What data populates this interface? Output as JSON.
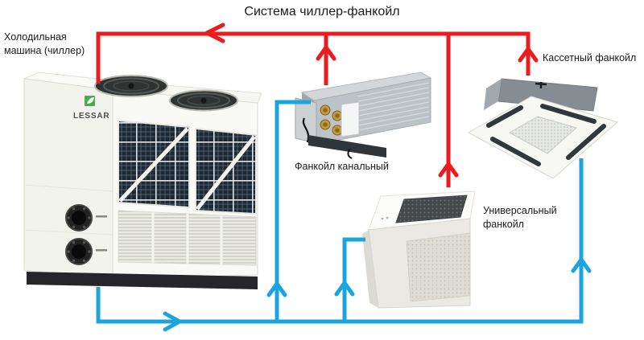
{
  "title": "Система чиллер-фанкойл",
  "labels": {
    "chiller": "Холодильная машина (чиллер)",
    "duct_fancoil": "Фанкойл канальный",
    "cassette_fancoil": "Кассетный фанкойл",
    "universal_fancoil": "Универсальный фанкойл"
  },
  "equipment": {
    "chiller_brand": "LESSAR"
  },
  "colors": {
    "pipe-red": "#ec1b20",
    "pipe-blue": "#1ba4dd",
    "label-text": "#1a1a1a",
    "brand-green": "#3db54a"
  }
}
